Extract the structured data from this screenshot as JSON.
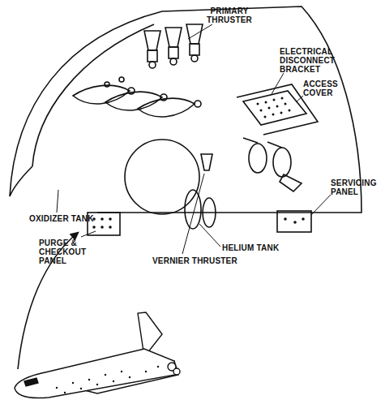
{
  "diagram": {
    "labels": [
      "PRIMARY THRUSTER",
      "ELECTRICAL DISCONNECT BRACKET",
      "ACCESS COVER",
      "SERVICING PANEL",
      "OXIDIZER TANK",
      "PURGE & CHECKOUT PANEL",
      "HELIUM TANK",
      "VERNIER THRUSTER"
    ]
  }
}
